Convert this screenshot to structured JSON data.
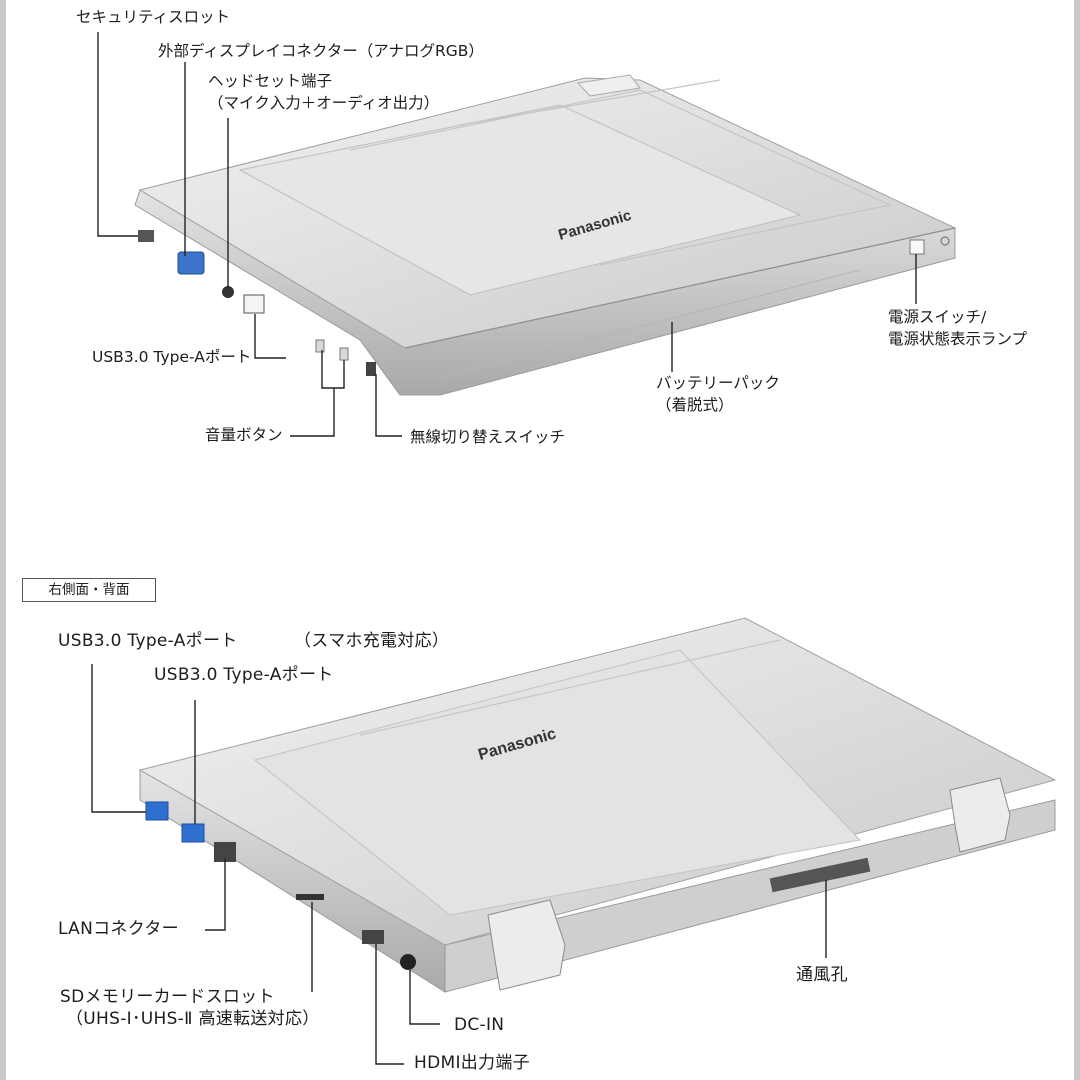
{
  "top": {
    "security_slot": "セキュリティスロット",
    "external_display": "外部ディスプレイコネクター（アナログRGB）",
    "headset_line1": "ヘッドセット端子",
    "headset_line2": "（マイク入力＋オーディオ出力）",
    "usb_left": "USB3.0 Type-Aポート",
    "volume_buttons": "音量ボタン",
    "wireless_switch": "無線切り替えスイッチ",
    "battery_line1": "バッテリーパック",
    "battery_line2": "（着脱式）",
    "power_line1": "電源スイッチ/",
    "power_line2": "電源状態表示ランプ",
    "brand": "Panasonic"
  },
  "bottom": {
    "section_tag": "右側面・背面",
    "usb_charge": "USB3.0 Type-Aポート",
    "usb_charge_note": "（スマホ充電対応）",
    "usb_second": "USB3.0 Type-Aポート",
    "lan": "LANコネクター",
    "sd_line1": "SDメモリーカードスロット",
    "sd_line2": "（UHS-Ⅰ･UHS-Ⅱ 高速転送対応）",
    "dc_in": "DC-IN",
    "hdmi": "HDMI出力端子",
    "vent": "通風孔",
    "brand": "Panasonic"
  },
  "colors": {
    "body_silver": "#dcdcdc",
    "body_shadow": "#b9b9b9",
    "usb_blue": "#2f6fd0",
    "vga_blue": "#3b74c9",
    "line": "#222222"
  }
}
